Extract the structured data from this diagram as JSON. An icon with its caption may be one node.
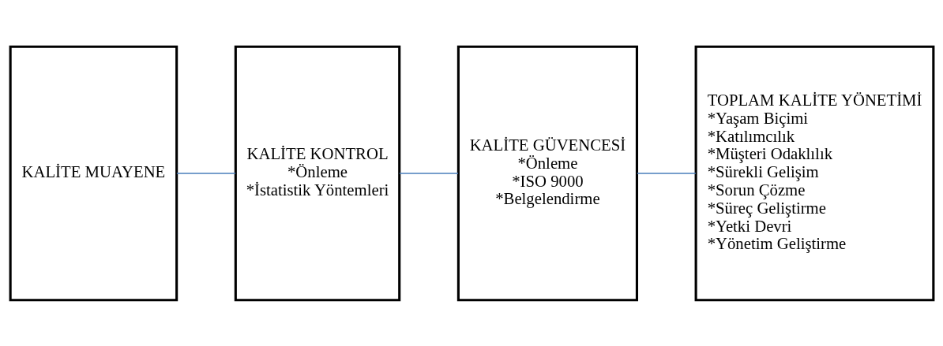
{
  "diagram": {
    "nodes": [
      {
        "text": [
          "KALİTE MUAYENE"
        ]
      },
      {
        "text": [
          "KALİTE KONTROL",
          "*Önleme",
          "*İstatistik Yöntemleri"
        ]
      },
      {
        "text": [
          "KALİTE GÜVENCESİ",
          "*Önleme",
          "*ISO 9000",
          "*Belgelendirme"
        ]
      },
      {
        "text": [
          "TOPLAM KALİTE YÖNETİMİ",
          "*Yaşam Biçimi",
          "*Katılımcılık",
          "*Müşteri Odaklılık",
          "*Sürekli Gelişim",
          "*Sorun Çözme",
          "*Süreç Geliştirme",
          "*Yetki Devri",
          "*Yönetim Geliştirme"
        ]
      }
    ],
    "edges": [
      {
        "from": 0,
        "to": 1,
        "arrow": "none"
      },
      {
        "from": 1,
        "to": 2,
        "arrow": "none"
      },
      {
        "from": 2,
        "to": 3,
        "arrow": "none"
      }
    ]
  }
}
